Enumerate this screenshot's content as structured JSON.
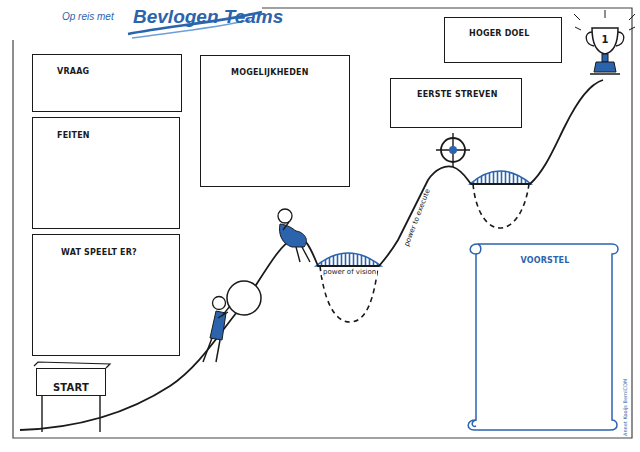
{
  "diagram": {
    "title": "Bevlogen Teams",
    "nodes": [
      {
        "text": [
          "VRAAG"
        ]
      },
      {
        "text": [
          "FEITEN"
        ]
      },
      {
        "text": [
          "WAT SPEELT ER?"
        ]
      },
      {
        "text": [
          "MOGELIJKHEDEN"
        ]
      },
      {
        "text": [
          "START"
        ]
      },
      {
        "text": [
          "EERSTE STREVEN"
        ]
      },
      {
        "text": [
          "HOGER DOEL"
        ]
      },
      {
        "text": [
          "VOORSTEL"
        ]
      }
    ],
    "labels": [
      "Op reis met",
      "power of vision",
      "power to execute",
      "1",
      "Annet Kooijs BerniCOM"
    ]
  }
}
